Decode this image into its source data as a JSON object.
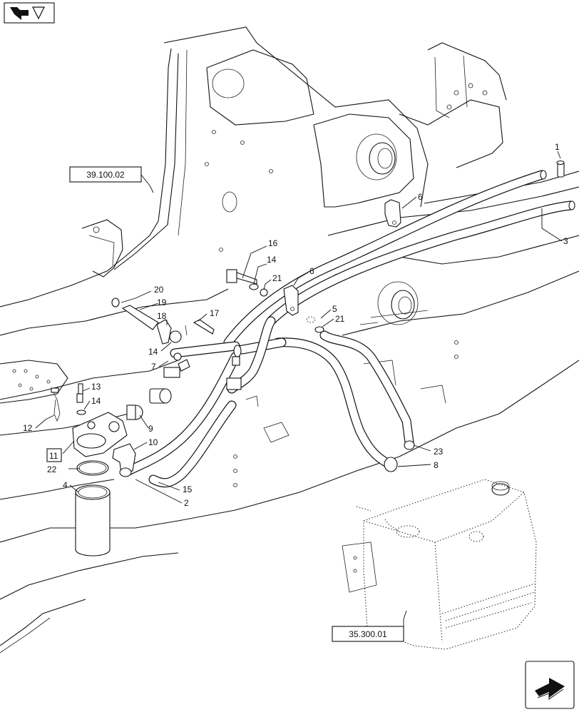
{
  "diagram": {
    "references": {
      "frame": "39.100.02",
      "tank": "35.300.01"
    },
    "callouts": {
      "c1": "1",
      "c2": "2",
      "c3": "3",
      "c4": "4",
      "c5": "5",
      "c6a": "6",
      "c6b": "6",
      "c7": "7",
      "c8": "8",
      "c9": "9",
      "c10": "10",
      "c11": "11",
      "c12": "12",
      "c13": "13",
      "c14a": "14",
      "c14b": "14",
      "c14c": "14",
      "c15": "15",
      "c16": "16",
      "c17": "17",
      "c18": "18",
      "c19": "19",
      "c20": "20",
      "c21a": "21",
      "c21b": "21",
      "c22": "22",
      "c23": "23"
    },
    "icons": {
      "top_left": "view-orientation-icon",
      "bottom_right": "next-page-arrow-icon"
    }
  }
}
